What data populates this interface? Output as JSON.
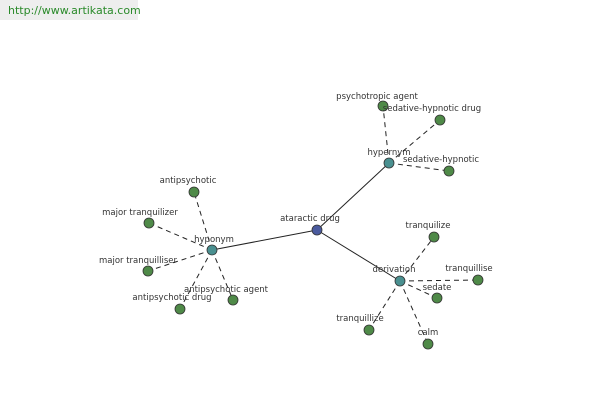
{
  "header": {
    "url": "http://www.artikata.com"
  },
  "colors": {
    "center": "#4a5a9e",
    "relation": "#4a9090",
    "leaf": "#4f8a48",
    "node_stroke": "#333333",
    "edge": "#222222"
  },
  "graph": {
    "center": "ataractic drug",
    "relations": [
      {
        "label": "hypernym",
        "terms": [
          "psychotropic agent",
          "sedative-hypnotic drug",
          "sedative-hypnotic"
        ]
      },
      {
        "label": "hyponym",
        "terms": [
          "antipsychotic",
          "major tranquilizer",
          "major tranquilliser",
          "antipsychotic drug",
          "antipsychotic agent"
        ]
      },
      {
        "label": "derivation",
        "terms": [
          "tranquilize",
          "tranquillise",
          "sedate",
          "calm",
          "tranquillize"
        ]
      }
    ]
  }
}
